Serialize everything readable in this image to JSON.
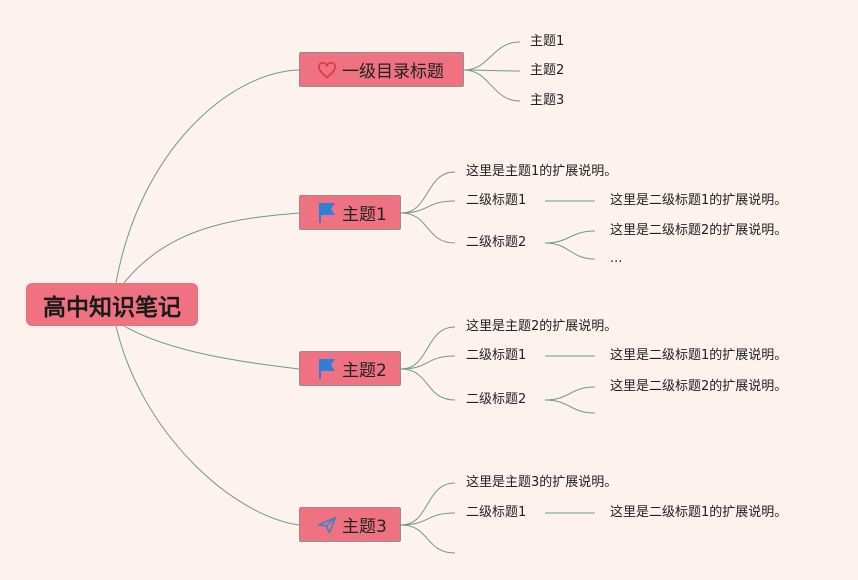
{
  "root": {
    "label": "高中知识笔记"
  },
  "branch_a": {
    "label": "一级目录标题",
    "icon": "heart-icon",
    "items": [
      "主题1",
      "主题2",
      "主题3"
    ]
  },
  "branch_b": {
    "label": "主题1",
    "icon": "flag-icon",
    "note": "这里是主题1的扩展说明。",
    "sub1": {
      "label": "二级标题1",
      "note": "这里是二级标题1的扩展说明。"
    },
    "sub2": {
      "label": "二级标题2",
      "note": "这里是二级标题2的扩展说明。",
      "more": "..."
    }
  },
  "branch_c": {
    "label": "主题2",
    "icon": "flag-icon",
    "note": "这里是主题2的扩展说明。",
    "sub1": {
      "label": "二级标题1",
      "note": "这里是二级标题1的扩展说明。"
    },
    "sub2": {
      "label": "二级标题2",
      "note": "这里是二级标题2的扩展说明。"
    }
  },
  "branch_d": {
    "label": "主题3",
    "icon": "paper-plane-icon",
    "note": "这里是主题3的扩展说明。",
    "sub1": {
      "label": "二级标题1",
      "note": "这里是二级标题1的扩展说明。"
    }
  },
  "colors": {
    "background": "#fdf2ee",
    "node_fill": "#ef7282",
    "connector": "#6f9a88",
    "heart": "#d93a3a",
    "flag": "#2f7fd6",
    "plane": "#4a7fc4"
  }
}
